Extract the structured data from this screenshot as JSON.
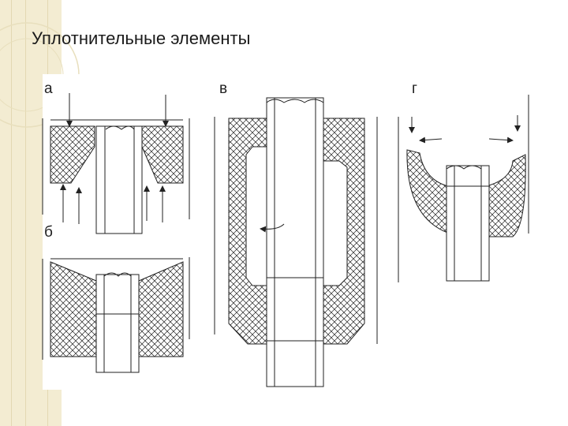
{
  "slide": {
    "title": "Уплотнительные элементы",
    "colors": {
      "background": "#ffffff",
      "accent_strip": "#f3ecd2",
      "line": "#222222"
    }
  },
  "figures": [
    {
      "id": "a",
      "label": "а"
    },
    {
      "id": "b",
      "label": "б"
    },
    {
      "id": "v",
      "label": "в"
    },
    {
      "id": "g",
      "label": "г"
    }
  ]
}
